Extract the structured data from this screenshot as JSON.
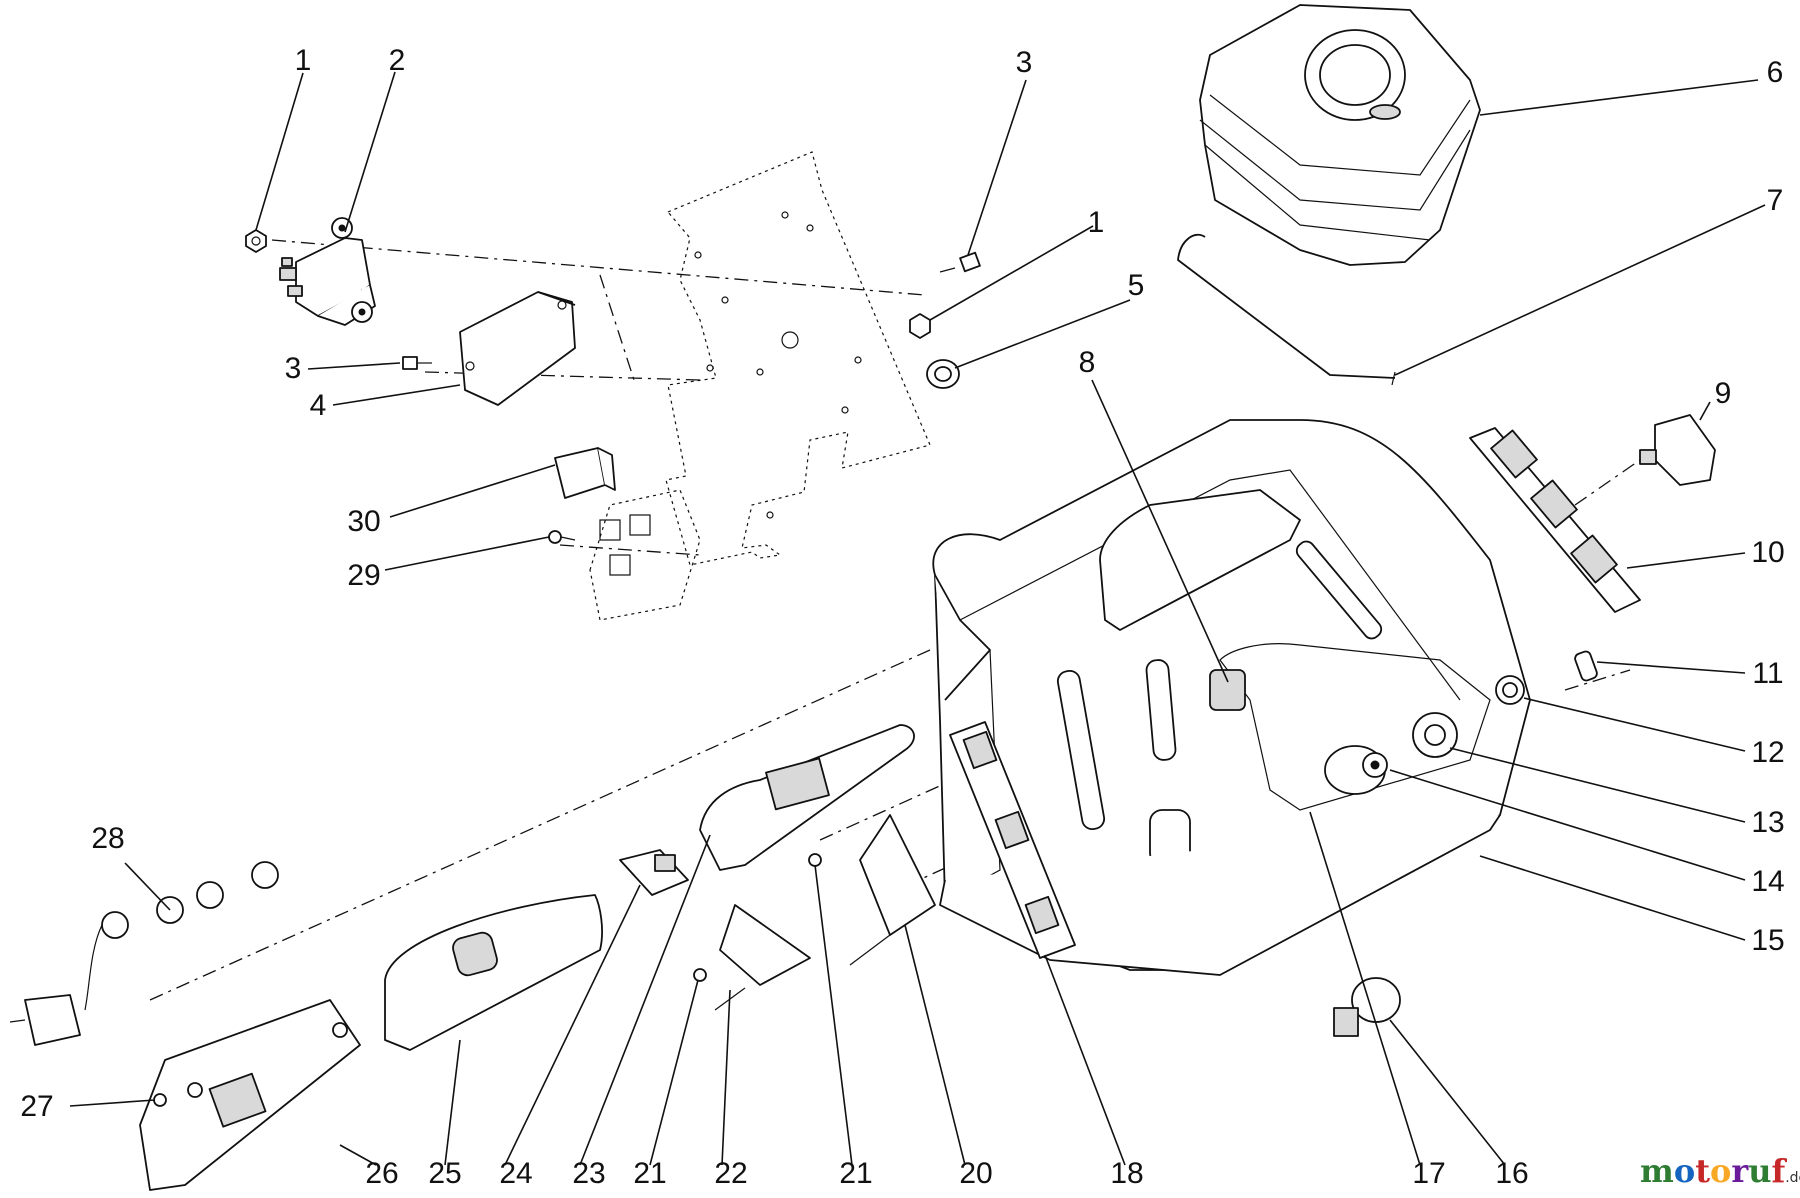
{
  "labels": {
    "l1a": "1",
    "l2": "2",
    "l3a": "3",
    "l1b": "1",
    "l5": "5",
    "l6": "6",
    "l7": "7",
    "l3b": "3",
    "l4": "4",
    "l30": "30",
    "l29": "29",
    "l8": "8",
    "l9": "9",
    "l10": "10",
    "l11": "11",
    "l12": "12",
    "l13": "13",
    "l14": "14",
    "l15": "15",
    "l28": "28",
    "l27": "27",
    "l26": "26",
    "l25": "25",
    "l24": "24",
    "l23": "23",
    "l21a": "21",
    "l22": "22",
    "l21b": "21",
    "l20": "20",
    "l18": "18",
    "l17": "17",
    "l16": "16"
  },
  "watermark": {
    "m": "m",
    "o1": "o",
    "t": "t",
    "o2": "o",
    "r": "r",
    "u": "u",
    "f": "f",
    "suffix": ".de"
  },
  "colors": {
    "m": "#2e7d32",
    "o1": "#1565c0",
    "t": "#c62828",
    "o2": "#f9a825",
    "r": "#6a1b9a",
    "u": "#2e7d32",
    "f": "#c62828"
  }
}
